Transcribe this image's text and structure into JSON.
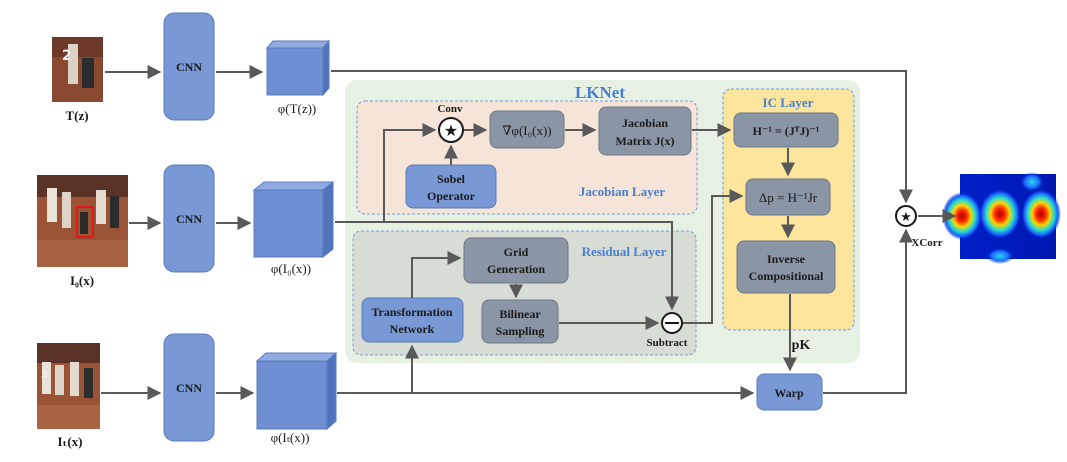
{
  "inputs": {
    "template": {
      "label": "T(z)",
      "cnn": "CNN",
      "feature": "φ(T(z))"
    },
    "source": {
      "label": "I₀(x)",
      "cnn": "CNN",
      "feature": "φ(I₀(x))"
    },
    "target": {
      "label": "Iₜ(x)",
      "cnn": "CNN",
      "feature": "φ(Iₜ(x))"
    }
  },
  "lknet": {
    "title": "LKNet",
    "jacobian_layer": {
      "title": "Jacobian Layer",
      "conv_label": "Conv",
      "gradient": "∇φ(I₀(x))",
      "jacobian_line1": "Jacobian",
      "jacobian_line2": "Matrix J(x)",
      "sobel_line1": "Sobel",
      "sobel_line2": "Operator"
    },
    "residual_layer": {
      "title": "Residual Layer",
      "grid_line1": "Grid",
      "grid_line2": "Generation",
      "bilinear_line1": "Bilinear",
      "bilinear_line2": "Sampling",
      "transform_line1": "Transformation",
      "transform_line2": "Network",
      "subtract_label": "Subtract"
    },
    "ic_layer": {
      "title": "IC Layer",
      "hessian": "H⁻¹ = (JᵀJ)⁻¹",
      "delta": "Δp = H⁻¹Jr",
      "inverse_line1": "Inverse",
      "inverse_line2": "Compositional"
    }
  },
  "pk_label": "pK",
  "warp_label": "Warp",
  "xcorr_label": "XCorr",
  "colors": {
    "block": "#7899d6",
    "cube_front": "#6f8fd3",
    "cube_top": "#8fabe2",
    "cube_side": "#5274bd",
    "lknet_bg": "#e7f1e3",
    "jacobian_bg": "#f6e4d8",
    "residual_bg": "#d7dcd4",
    "ic_bg": "#fbe49b",
    "inner_box": "#8a96a6",
    "arrow": "#595959",
    "accent_text": "#4a7fd0"
  }
}
